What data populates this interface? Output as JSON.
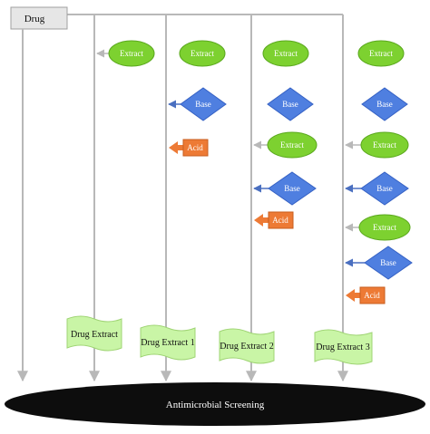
{
  "colors": {
    "line": "#b8b8b8",
    "arrow_blue": "#4a6fc0",
    "extract_fill": "#7dd130",
    "extract_stroke": "#5aa81d",
    "base_fill": "#4f7fe0",
    "base_stroke": "#3561c4",
    "acid_fill": "#ed7a35",
    "acid_stroke": "#c85d1e",
    "banner_fill": "#c9f5a6",
    "banner_stroke": "#9fd474",
    "drug_fill": "#e6e6e6",
    "drug_stroke": "#a0a0a0",
    "screening_fill": "#0d0d0d",
    "screening_text": "#ffffff"
  },
  "drug_box": {
    "label": "Drug"
  },
  "extract_label": "Extract",
  "base_label": "Base",
  "acid_label": "Acid",
  "products": [
    {
      "label": "Drug Extract"
    },
    {
      "label": "Drug Extract 1"
    },
    {
      "label": "Drug Extract 2"
    },
    {
      "label": "Drug Extract 3"
    }
  ],
  "screening": {
    "label": "Antimicrobial Screening"
  }
}
